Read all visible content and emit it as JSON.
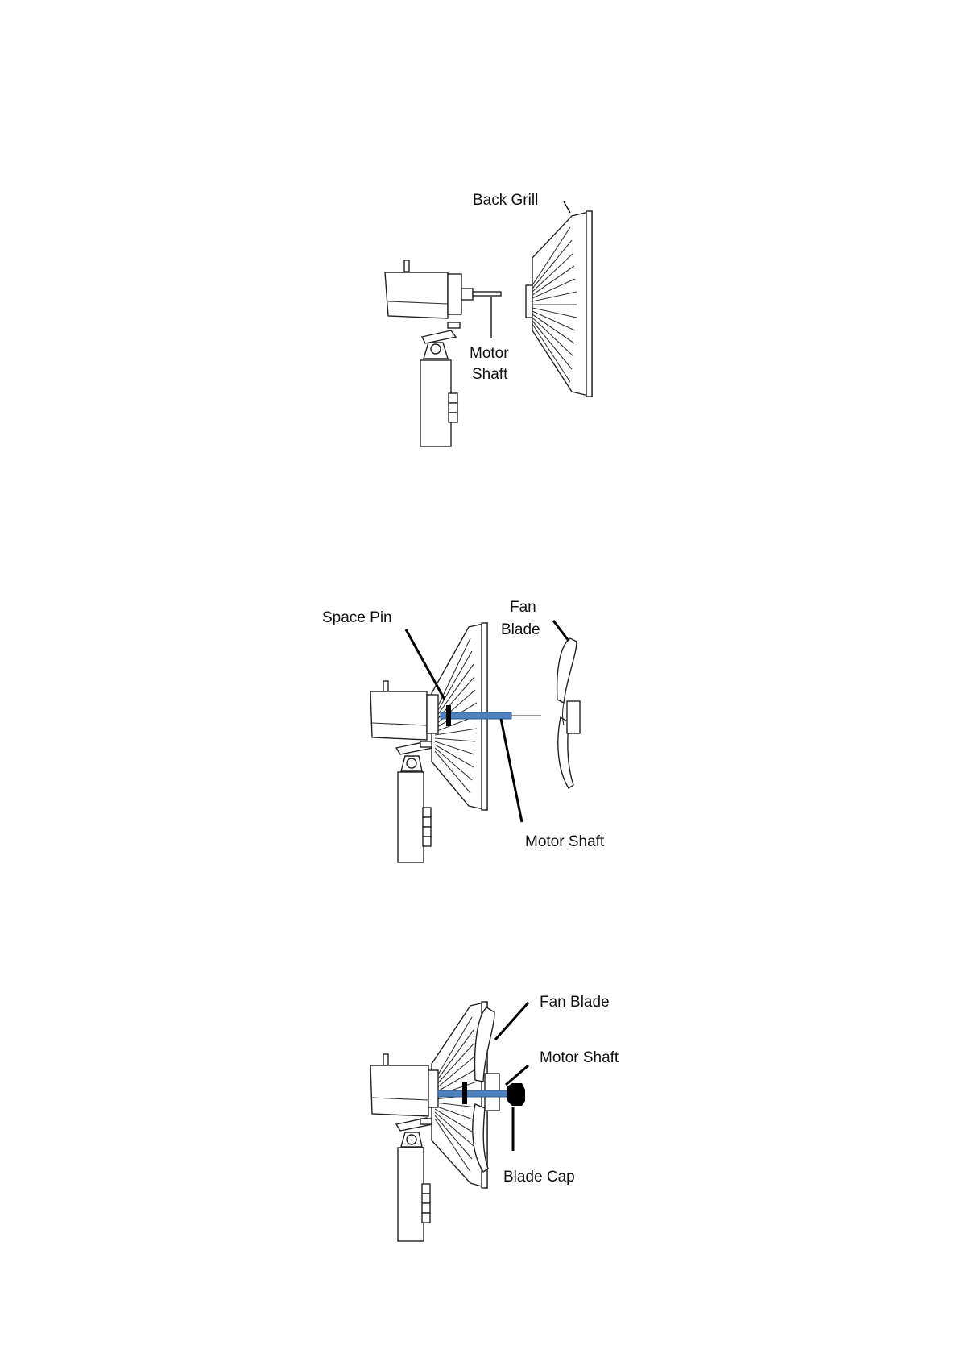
{
  "figures": [
    {
      "id": "step-1",
      "labels": {
        "back_grill": "Back Grill",
        "motor_shaft_line1": "Motor",
        "motor_shaft_line2": "Shaft"
      }
    },
    {
      "id": "step-2",
      "labels": {
        "space_pin": "Space Pin",
        "fan_blade_line1": "Fan",
        "fan_blade_line2": "Blade",
        "motor_shaft": "Motor Shaft"
      }
    },
    {
      "id": "step-3",
      "labels": {
        "fan_blade": "Fan Blade",
        "motor_shaft": "Motor Shaft",
        "blade_cap": "Blade Cap"
      }
    }
  ],
  "colors": {
    "motor_shaft_highlight": "#4f81bd",
    "space_pin": "#000000",
    "blade_cap": "#000000",
    "line_art": "#222222"
  }
}
